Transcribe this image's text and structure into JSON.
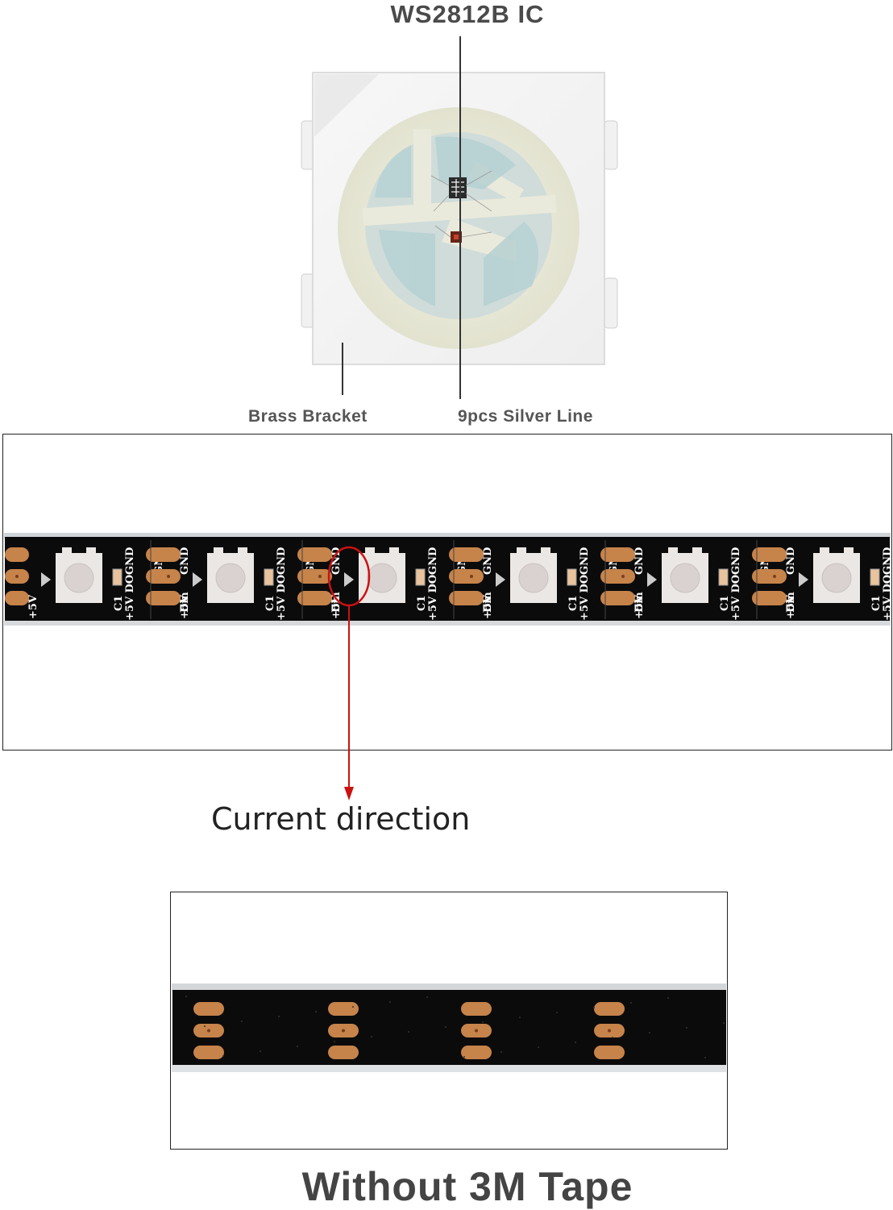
{
  "chip": {
    "title": "WS2812B IC",
    "label_left": "Brass Bracket",
    "label_right": "9pcs Silver Line"
  },
  "strip_top": {
    "pin_labels": [
      "+5V",
      "Din",
      "GND",
      "C1",
      "+5V",
      "DO",
      "GND"
    ],
    "arrow_label": "Current direction"
  },
  "strip_bottom": {
    "caption": "Without 3M Tape"
  },
  "colors": {
    "pcb": "#0b0b0b",
    "pad": "#c6834a",
    "led": "#ebe7e4",
    "annotation": "#cc1111"
  }
}
